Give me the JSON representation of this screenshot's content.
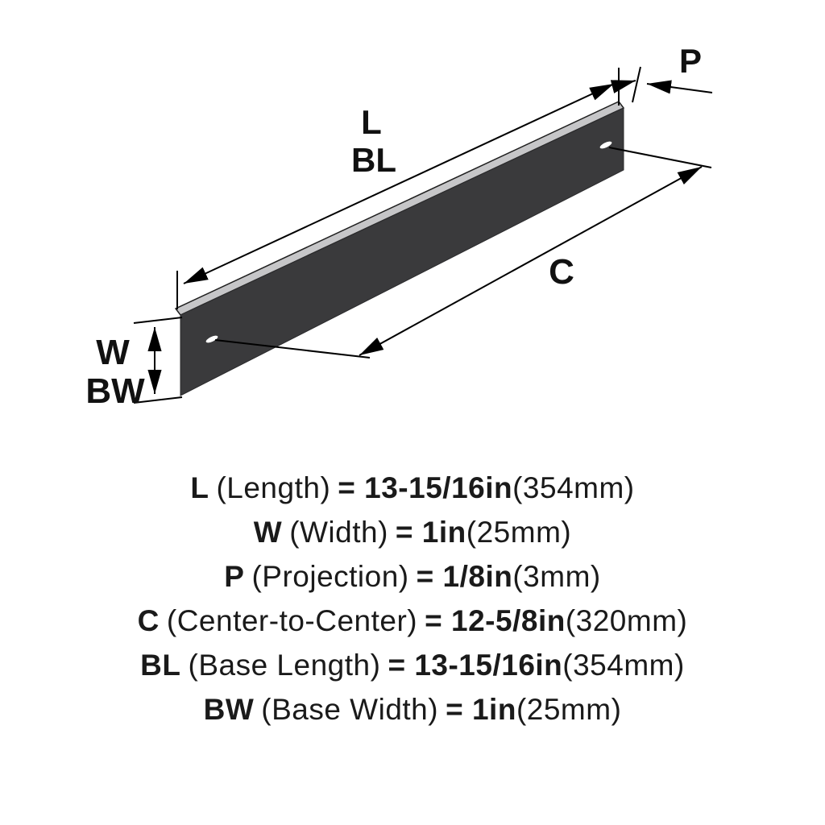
{
  "diagram": {
    "callouts": {
      "length": "L",
      "base_length": "BL",
      "projection": "P",
      "center_to_center": "C",
      "width": "W",
      "base_width": "BW"
    },
    "colors": {
      "bar_front": "#3a3a3c",
      "bar_top": "#c6c6c8",
      "line": "#000000"
    }
  },
  "legend": {
    "rows": [
      {
        "symbol": "L",
        "name": "(Length)",
        "value": "= 13-15/16in",
        "metric": "(354mm)"
      },
      {
        "symbol": "W",
        "name": "(Width)",
        "value": "= 1in",
        "metric": "(25mm)"
      },
      {
        "symbol": "P",
        "name": "(Projection)",
        "value": "= 1/8in",
        "metric": "(3mm)"
      },
      {
        "symbol": "C",
        "name": "(Center-to-Center)",
        "value": "= 12-5/8in",
        "metric": "(320mm)"
      },
      {
        "symbol": "BL",
        "name": "(Base Length)",
        "value": "= 13-15/16in",
        "metric": "(354mm)"
      },
      {
        "symbol": "BW",
        "name": "(Base Width)",
        "value": "= 1in",
        "metric": "(25mm)"
      }
    ]
  }
}
